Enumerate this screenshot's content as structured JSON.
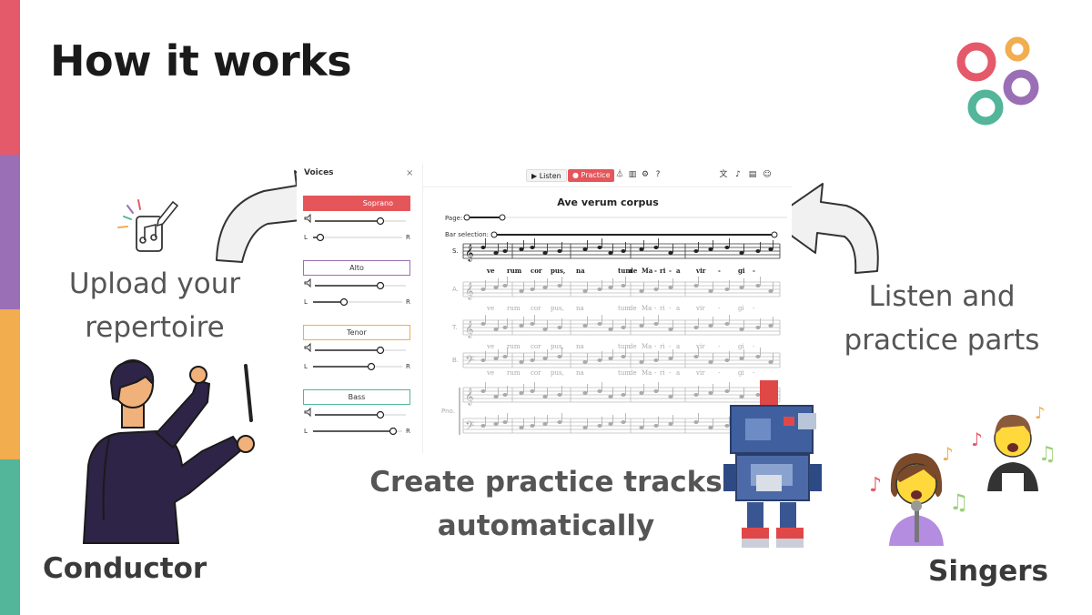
{
  "slide": {
    "title": "How it works",
    "colors": {
      "red": "#e45a6a",
      "purple": "#9a6fb5",
      "orange": "#f1ad4e",
      "green": "#53b59a"
    }
  },
  "captions": {
    "upload": [
      "Upload your",
      "repertoire"
    ],
    "listen": [
      "Listen and",
      "practice parts"
    ],
    "create": [
      "Create practice tracks",
      "automatically"
    ]
  },
  "roles": {
    "conductor": "Conductor",
    "singers": "Singers"
  },
  "app": {
    "voices_title": "Voices",
    "close": "×",
    "voices": [
      {
        "label": "Soprano",
        "color": "#e5565b"
      },
      {
        "label": "Alto",
        "color": "#9a6fb5"
      },
      {
        "label": "Tenor",
        "color": "#f1ad4e"
      },
      {
        "label": "Bass",
        "color": "#53b59a"
      }
    ],
    "pan_left": "L",
    "pan_right": "R",
    "toolbar": {
      "listen": "Listen",
      "practice": "Practice"
    },
    "piece_title": "Ave verum corpus",
    "page_label": "Page:",
    "bar_selection_label": "Bar selection:",
    "staff_labels": [
      "S.",
      "A.",
      "T.",
      "B.",
      "Pno."
    ],
    "lyrics": [
      "ve",
      "rum",
      "cor",
      "pus,",
      "na",
      "tum",
      "de",
      "Ma",
      "-",
      "ri",
      "-",
      "a",
      "vir",
      "-",
      "gi",
      "-"
    ]
  },
  "icons": [
    "upload-music-icon",
    "hand-drawn-arrow-icon",
    "conductor-illustration",
    "robot-illustration",
    "singers-illustration",
    "logo-rings-icon"
  ]
}
